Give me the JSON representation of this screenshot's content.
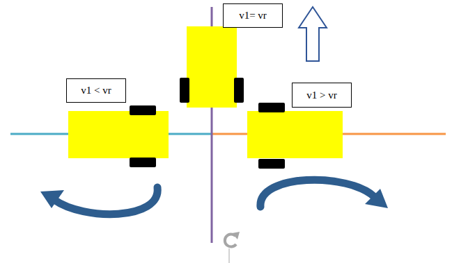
{
  "diagram": {
    "nodes": [
      {
        "text": [
          "v1= vr"
        ]
      },
      {
        "text": [
          "v1 < vr"
        ]
      },
      {
        "text": [
          "v1 > vr"
        ]
      }
    ]
  }
}
